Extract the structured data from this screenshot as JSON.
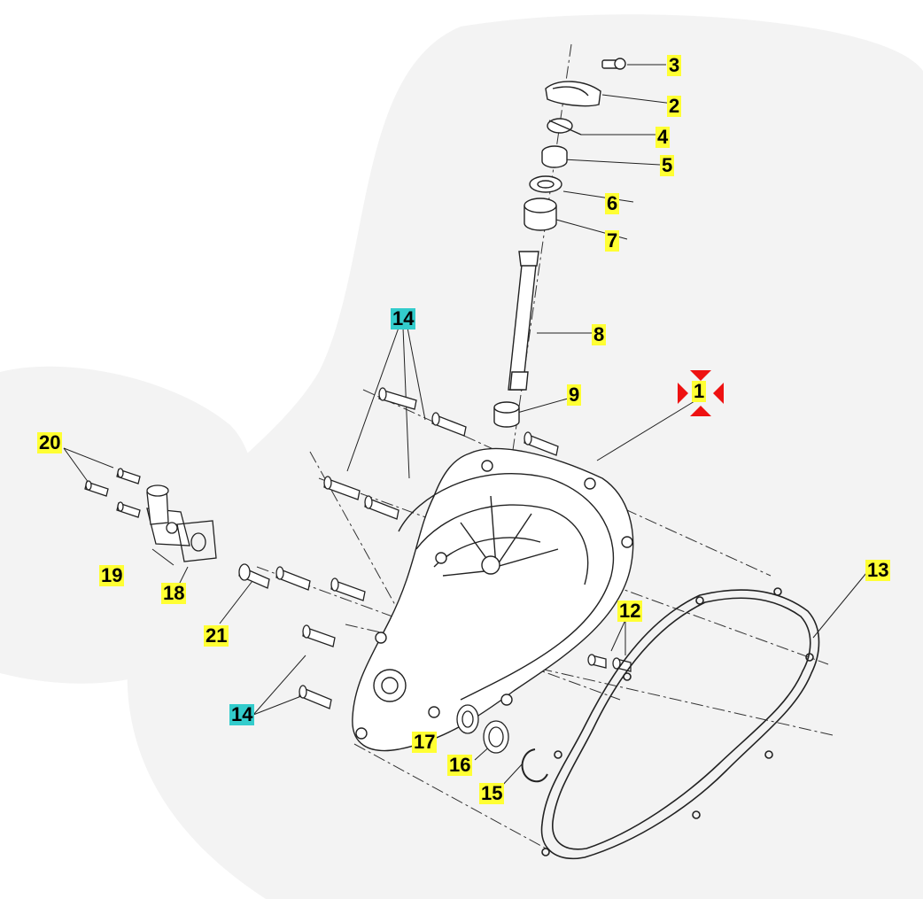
{
  "colors": {
    "background": "#ffffff",
    "halo": "#f4f4f4",
    "line": "#222222",
    "highlight_yellow": "#ffff33",
    "highlight_cyan": "#33cccc",
    "selector_red": "#ee1111"
  },
  "callouts": [
    {
      "id": "1",
      "label": "1",
      "highlight": "yellow",
      "selected": true
    },
    {
      "id": "2",
      "label": "2",
      "highlight": "yellow"
    },
    {
      "id": "3",
      "label": "3",
      "highlight": "yellow"
    },
    {
      "id": "4",
      "label": "4",
      "highlight": "yellow"
    },
    {
      "id": "5",
      "label": "5",
      "highlight": "yellow"
    },
    {
      "id": "6",
      "label": "6",
      "highlight": "yellow"
    },
    {
      "id": "7",
      "label": "7",
      "highlight": "yellow"
    },
    {
      "id": "8",
      "label": "8",
      "highlight": "yellow"
    },
    {
      "id": "9",
      "label": "9",
      "highlight": "yellow"
    },
    {
      "id": "12",
      "label": "12",
      "highlight": "yellow"
    },
    {
      "id": "13",
      "label": "13",
      "highlight": "yellow"
    },
    {
      "id": "14a",
      "label": "14",
      "highlight": "cyan"
    },
    {
      "id": "14b",
      "label": "14",
      "highlight": "cyan"
    },
    {
      "id": "15",
      "label": "15",
      "highlight": "yellow"
    },
    {
      "id": "16",
      "label": "16",
      "highlight": "yellow"
    },
    {
      "id": "17",
      "label": "17",
      "highlight": "yellow"
    },
    {
      "id": "18",
      "label": "18",
      "highlight": "yellow"
    },
    {
      "id": "19",
      "label": "19",
      "highlight": "yellow"
    },
    {
      "id": "20",
      "label": "20",
      "highlight": "yellow"
    },
    {
      "id": "21",
      "label": "21",
      "highlight": "yellow"
    }
  ],
  "selector_icon": "four-arrows-move-icon"
}
